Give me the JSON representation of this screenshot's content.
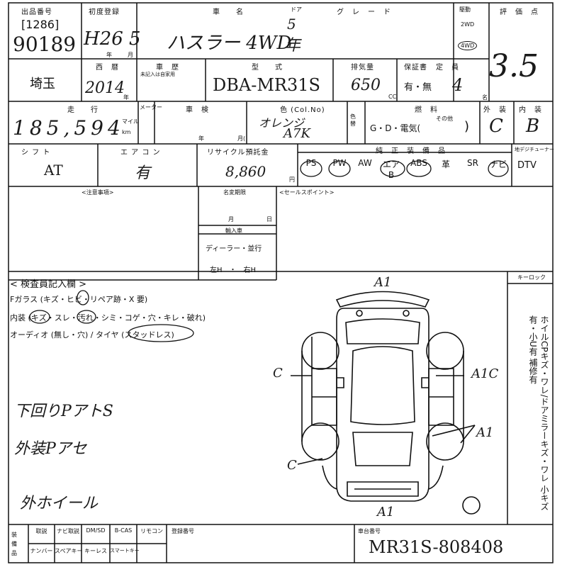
{
  "header": {
    "lot_label": "出品番号",
    "lot_small": "[1286]",
    "lot_number": "90189",
    "first_reg_label": "初度登録",
    "first_reg": "H26 5",
    "year_unit": "年",
    "month_unit": "月",
    "car_name_label": "車　　名",
    "car_name": "ハスラー 4WD",
    "door_label": "ドア",
    "door_value": "5",
    "grade_label": "グ　レ　ー　ド",
    "drive_label": "駆動",
    "drive_2wd": "2WD",
    "drive_4wd": "4WD",
    "score_label": "評　価　点",
    "score": "3.5"
  },
  "row2": {
    "seireki_label": "西　暦",
    "seireki": "2014",
    "shaken_label": "車　歴",
    "shaken_note": "未記入は自家用",
    "model_label": "型　　式",
    "model": "DBA-MR31S",
    "displacement_label": "排気量",
    "displacement": "650",
    "cc": "CC",
    "warranty_label": "保証書",
    "warranty_options": "有・無",
    "capacity_label": "定　員",
    "capacity": "4",
    "capacity_unit": "名"
  },
  "row3": {
    "mileage_label": "走　　行",
    "mileage": "185,594",
    "mileage_unit_mile": "マイル",
    "mileage_unit_km": "km",
    "meter_label": "メーター",
    "inspection_label": "車　検",
    "inspection_year": "年",
    "inspection_month": "月(",
    "color_label": "色 (Col.No)",
    "color": "オレンジ",
    "color_code": "A7K",
    "color_change_label": "色替",
    "fuel_label": "燃　料",
    "fuel_options": "G・D・電気(",
    "fuel_other": "その他",
    "fuel_close": ")",
    "exterior_label": "外　装",
    "exterior": "C",
    "interior_label": "内　装",
    "interior": "B"
  },
  "row4": {
    "shift_label": "シ フ ト",
    "shift": "AT",
    "ac_label": "エ ア コ ン",
    "ac": "有",
    "recycle_label": "リサイクル預託金",
    "recycle_amount": "8,860",
    "yen": "円",
    "equipment_label": "純　正　装　備　品",
    "equipment": [
      "PS",
      "PW",
      "AW",
      "エアB",
      "ABS",
      "革",
      "SR",
      "ナビ"
    ],
    "tv_label": "地デジチューナー",
    "tv": "DTV"
  },
  "notes": {
    "caution_label": "<注意事項>",
    "name_change_label": "名変期限",
    "month": "月",
    "day": "日",
    "import_label": "輸入車",
    "dealer_options": "ディーラー・並行",
    "handle_options": "左H　・　右H",
    "sales_point_label": "<セールスポイント>"
  },
  "inspector": {
    "section_label": "< 検査員記入欄 >",
    "line1": "Fガラス (キズ・ヒビ・リペア跡・X 要)",
    "line2": "内装 (キズ・スレ・汚れ・シミ・コゲ・穴・キレ・破れ)",
    "line3": "オーディオ (無し・穴) / タイヤ (スタッドレス)",
    "handwritten1": "下回りPアトS",
    "handwritten2": "外装Pアセ",
    "handwritten3": "外ホイール",
    "keylock_label": "キーロック"
  },
  "diagram": {
    "mark_front": "A1",
    "mark_rear": "A1",
    "mark_left_front": "C",
    "mark_left_rear": "C",
    "mark_right_front": "A1C",
    "mark_right_rear": "A1"
  },
  "side_note": {
    "vertical_text": "ホイルCPキズ・ワレ/ドアミラーキズ・ワレ 小キズ有・小U有 補修有"
  },
  "footer": {
    "accessory_label": "装備品",
    "row_a": [
      "取説",
      "ナビ取説",
      "DM/SD",
      "B-CAS",
      "リモコン"
    ],
    "row_b": [
      "ナンバー",
      "スペアキー",
      "キーレス",
      "スマートキー"
    ],
    "registration_label": "登録番号",
    "chassis_label": "車台番号",
    "chassis": "MR31S-808408"
  }
}
